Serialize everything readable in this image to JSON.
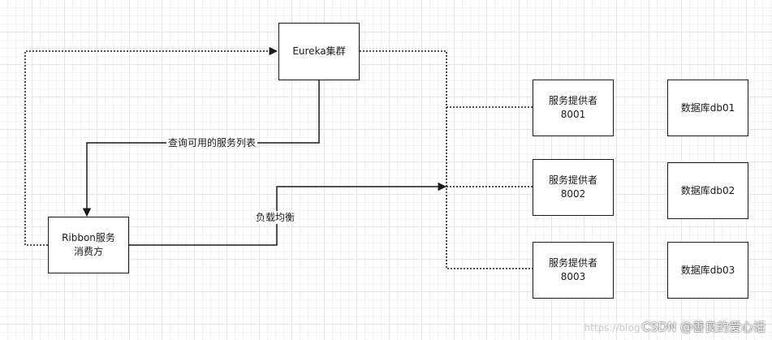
{
  "nodes": {
    "eureka": "Eureka集群",
    "ribbon": "Ribbon服务\n消费方",
    "provider_8001": "服务提供者\n8001",
    "provider_8002": "服务提供者\n8002",
    "provider_8003": "服务提供者\n8003",
    "db01": "数据库db01",
    "db02": "数据库db02",
    "db03": "数据库db03"
  },
  "edges": {
    "query_service_list": "查询可用的服务列表",
    "load_balancing": "负载均衡"
  },
  "watermark": {
    "faded_text": "https://blog",
    "text": "CSDN @善良的爱心话"
  },
  "colors": {
    "line": "#1a1a1a",
    "box_border": "#1a1a1a",
    "background": "#ffffff"
  }
}
